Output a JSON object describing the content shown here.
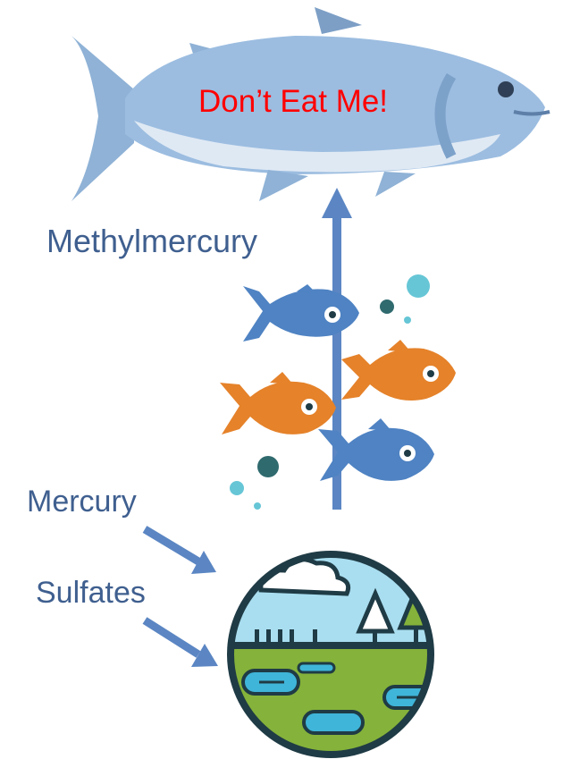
{
  "labels": {
    "warning": "Don’t Eat Me!",
    "methylmercury": "Methylmercury",
    "mercury": "Mercury",
    "sulfates": "Sulfates"
  },
  "colors": {
    "label_text": "#3f5f8f",
    "warning_text": "#ff0000",
    "arrow": "#5b86c3",
    "salmon_body": "#9cbde0",
    "salmon_belly": "#dfe9f4",
    "small_fish_blue": "#4f83c3",
    "small_fish_orange": "#e5822a",
    "bubble_cyan": "#66c6d6",
    "bubble_teal": "#2f6a6e",
    "sky": "#a9def0",
    "grass": "#85b23a",
    "water": "#3fb5d9",
    "outline": "#1f3b45"
  },
  "icons": [
    "salmon-icon",
    "blue-fish-icon",
    "orange-fish-icon",
    "wetland-icon",
    "bubble-icon"
  ]
}
